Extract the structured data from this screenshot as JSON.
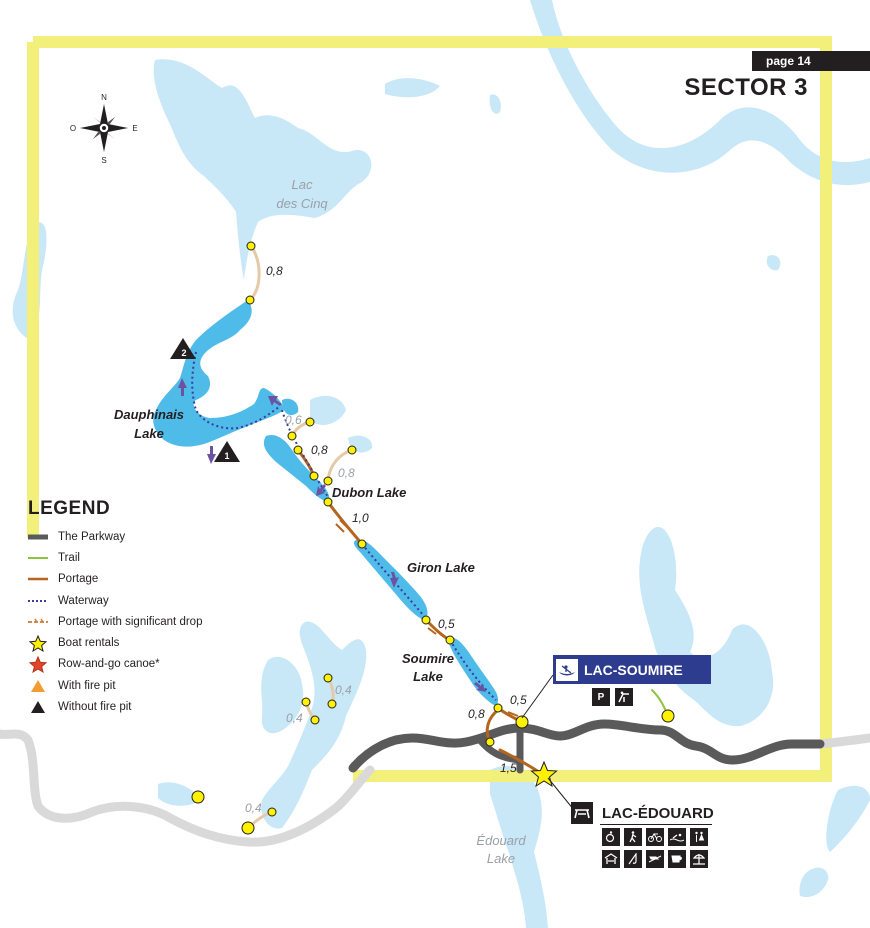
{
  "header": {
    "page_tab": "page 14",
    "sector_title": "SECTOR 3"
  },
  "compass": {
    "north": "N",
    "south": "S",
    "east": "E",
    "west": "O"
  },
  "lakes": {
    "lac_des_cinq_line1": "Lac",
    "lac_des_cinq_line2": "des Cinq",
    "dauphinais_line1": "Dauphinais",
    "dauphinais_line2": "Lake",
    "dubon": "Dubon Lake",
    "giron": "Giron Lake",
    "soumire_line1": "Soumire",
    "soumire_line2": "Lake",
    "edouard_line1": "Édouard",
    "edouard_line2": "Lake"
  },
  "portage_distances": {
    "north_portage": "0,8",
    "dauphinais_east": "0,6",
    "dubon_west": "0,8",
    "dubon_east": "0,8",
    "dubon_giron": "1,0",
    "giron_soumire": "0,5",
    "soumire_south": "0,5",
    "soumire_west": "0,8",
    "edouard": "1,5",
    "sw_lake_left": "0,4",
    "sw_lake_right": "0,4",
    "sw_bottom": "0,4"
  },
  "campsites": {
    "site_1": "1",
    "site_2": "2"
  },
  "legend": {
    "title": "LEGEND",
    "items": [
      {
        "label": "The Parkway",
        "icon": "parkway-line-icon",
        "color": "#5a5a5a"
      },
      {
        "label": "Trail",
        "icon": "trail-line-icon",
        "color": "#8cc63f"
      },
      {
        "label": "Portage",
        "icon": "portage-line-icon",
        "color": "#b5651d"
      },
      {
        "label": "Waterway",
        "icon": "waterway-dotted-icon",
        "color": "#3b3b9b"
      },
      {
        "label": "Portage with significant drop",
        "icon": "portage-drop-icon",
        "color": "#e07b20"
      },
      {
        "label": "Boat rentals",
        "icon": "star-icon",
        "color": "#fff200"
      },
      {
        "label": "Row-and-go canoe*",
        "icon": "red-star-icon",
        "color": "#e2452a"
      },
      {
        "label": "With fire pit",
        "icon": "orange-triangle-icon",
        "color": "#f39c32"
      },
      {
        "label": "Without fire pit",
        "icon": "black-triangle-icon",
        "color": "#231f20"
      }
    ]
  },
  "sites": {
    "lac_soumire": {
      "name": "LAC-SOUMIRE",
      "icon": "canoe-icon",
      "services": [
        "parking-icon",
        "toilet-icon"
      ]
    },
    "lac_edouard": {
      "name": "LAC-ÉDOUARD",
      "icon": "picnic-table-icon",
      "services": [
        "accessible-icon",
        "hiking-icon",
        "bicycle-icon",
        "swimming-icon",
        "restroom-icon",
        "shelter-icon",
        "fishing-icon",
        "boat-launch-icon",
        "coffee-icon",
        "beach-icon"
      ]
    }
  },
  "colors": {
    "water": "#c8e8f8",
    "water_route": "#4fbbe9",
    "sector_border": "#f2f07a",
    "parkway": "#5a5a5a",
    "road_light": "#d9d9d9",
    "portage": "#b5651d",
    "portage_light": "#e6c9a8",
    "waterway": "#3b3b9b",
    "point": "#fff200",
    "site_blue": "#2e3c8f"
  }
}
